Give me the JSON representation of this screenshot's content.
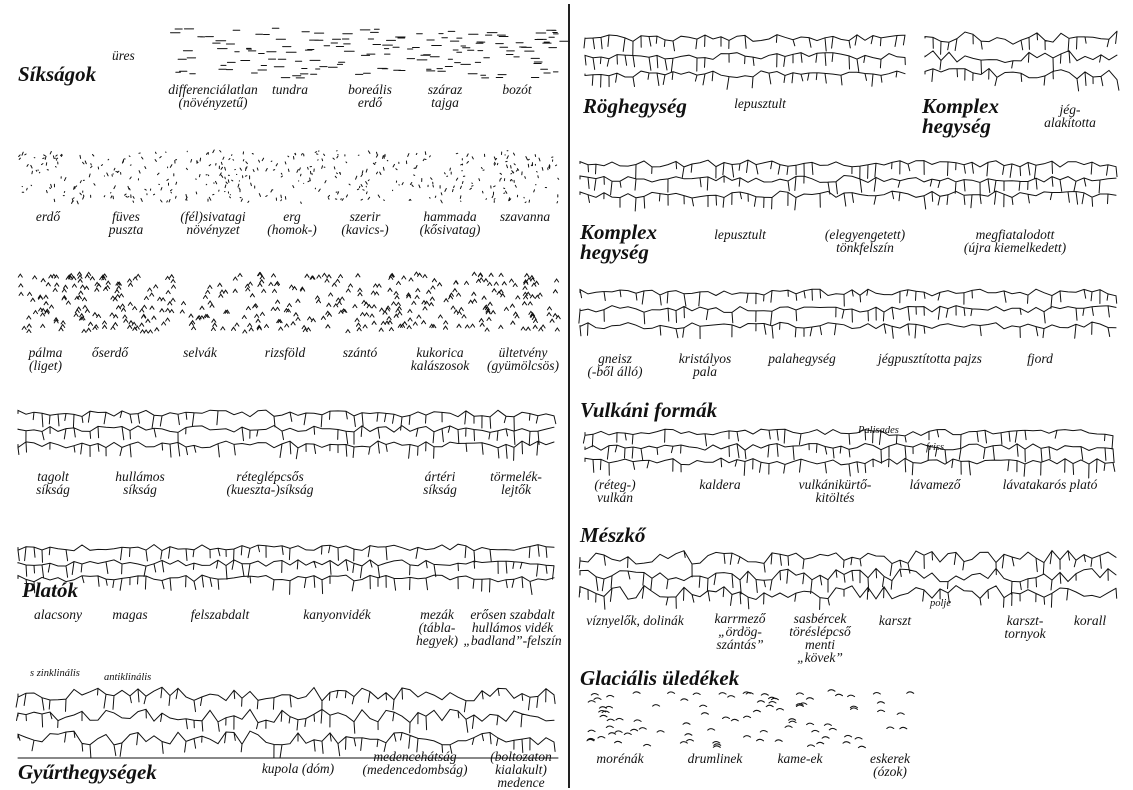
{
  "colors": {
    "ink": "#111111",
    "paper": "#ffffff"
  },
  "left": {
    "plains": {
      "title": "Síkságok",
      "empty": "üres",
      "items": [
        "differenciálatlan\n(növényzetű)",
        "tundra",
        "boreális\nerdő",
        "száraz\ntajga",
        "bozót"
      ]
    },
    "plains2": {
      "items": [
        "erdő",
        "füves\npuszta",
        "(fél)sivatagi\nnövényzet",
        "erg\n(homok-)",
        "szerir\n(kavics-)",
        "hammada\n(kősivatag)",
        "szavanna"
      ]
    },
    "plains3": {
      "items": [
        "pálma\n(liget)",
        "őserdő",
        "selvák",
        "rizsföld",
        "szántó",
        "kukorica\nkalászosok",
        "ültetvény\n(gyümölcsös)"
      ]
    },
    "plains4": {
      "items": [
        "tagolt\nsíkság",
        "hullámos\nsíkság",
        "réteglépcsős\n(kueszta-)síkság",
        "ártéri\nsíkság",
        "törmelék-\nlejtők"
      ]
    },
    "plateaus": {
      "title": "Platók",
      "items": [
        "alacsony",
        "magas",
        "felszabdalt",
        "kanyonvidék",
        "mezák\n(tábla-\nhegyek)",
        "erősen szabdalt\nhullámos vidék\n„badland”-felszín"
      ]
    },
    "folded": {
      "title": "Gyűrthegységek",
      "syncline": "s zinklinális",
      "anticline": "antiklinális",
      "items": [
        "kupola (dóm)",
        "medencehátság\n(medencedombság)",
        "(boltozaton\nkialakult)\nmedence"
      ]
    }
  },
  "right": {
    "block": {
      "title": "Röghegység",
      "denuded": "lepusztult",
      "complex_title": "Komplex\nhegység",
      "glacier": "jég-\nalakította"
    },
    "complex": {
      "title": "Komplex\nhegység",
      "items": [
        "lepusztult",
        "(elegyengetett)\ntönkfelszín",
        "megfiatalodott\n(újra kiemelkedett)"
      ]
    },
    "rocks": {
      "items": [
        "gneisz\n(-ből álló)",
        "kristályos\npala",
        "palahegység",
        "jégpusztította pajzs",
        "fjord"
      ]
    },
    "volcanic": {
      "title": "Vulkáni formák",
      "palisades": "Palisades",
      "fresh": "friss",
      "items": [
        "(réteg-)\nvulkán",
        "kaldera",
        "vulkánikürtő-\nkitöltés",
        "lávamező",
        "lávatakarós plató"
      ]
    },
    "limestone": {
      "title": "Mészkő",
      "polje": "polje",
      "items": [
        "víznyelők, dolinák",
        "karrmező\n„ördög-\nszántás”",
        "sasbércek\ntöréslépcső\nmenti\n„kövek”",
        "karszt",
        "karszt-\ntornyok",
        "korall"
      ]
    },
    "glacial": {
      "title": "Glaciális üledékek",
      "items": [
        "morénák",
        "drumlinek",
        "kame-ek",
        "eskerek\n(ózok)"
      ]
    }
  }
}
